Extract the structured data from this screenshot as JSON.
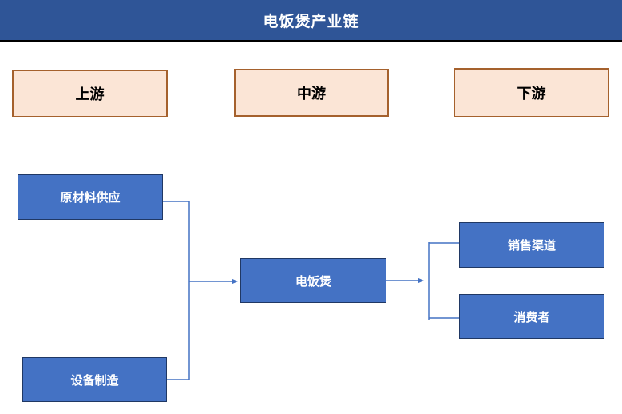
{
  "title": "电饭煲产业链",
  "stages": [
    {
      "label": "上游"
    },
    {
      "label": "中游"
    },
    {
      "label": "下游"
    }
  ],
  "nodes": {
    "raw_material": {
      "label": "原材料供应"
    },
    "equipment": {
      "label": "设备制造"
    },
    "rice_cooker": {
      "label": "电饭煲"
    },
    "sales_channel": {
      "label": "销售渠道"
    },
    "consumer": {
      "label": "消费者"
    }
  },
  "edges": [
    {
      "from": "原材料供应",
      "to": "电饭煲",
      "arrow": true
    },
    {
      "from": "设备制造",
      "to": "电饭煲",
      "arrow": true
    },
    {
      "from": "电饭煲",
      "to": "销售渠道",
      "arrow": true
    },
    {
      "from": "电饭煲",
      "to": "消费者",
      "arrow": true
    }
  ],
  "colors": {
    "header_bg": "#2F5597",
    "header_border": "#000000",
    "header_text": "#FFFFFF",
    "stage_fill": "#FBE5D6",
    "stage_border": "#A5612D",
    "stage_text": "#000000",
    "node_fill": "#4472C4",
    "node_border": "#203864",
    "node_text": "#FFFFFF",
    "connector": "#4472C4"
  }
}
